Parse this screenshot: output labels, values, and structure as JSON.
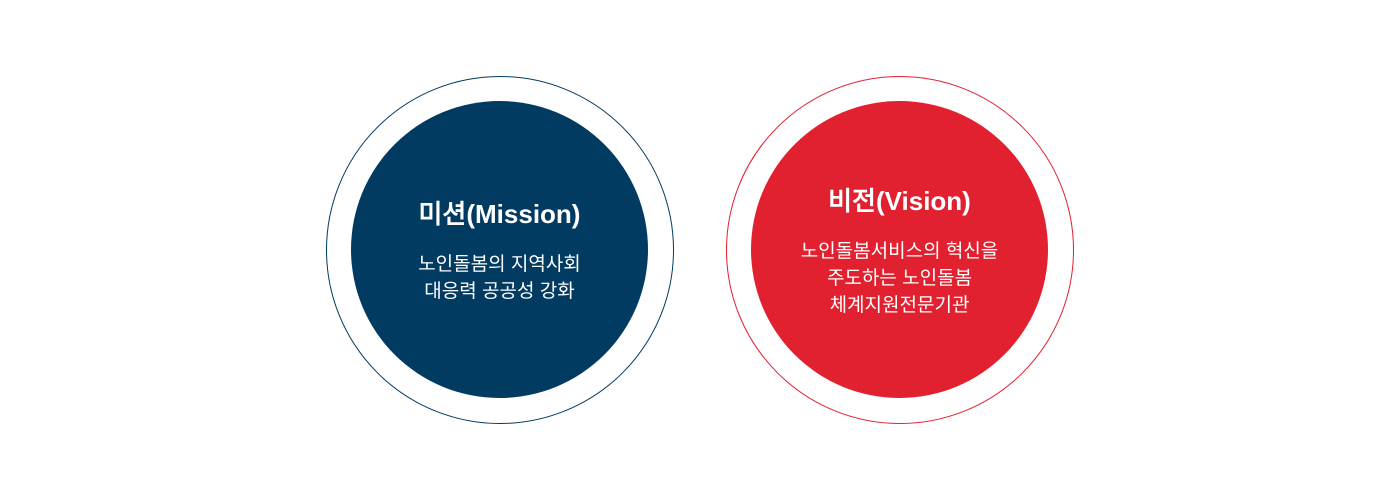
{
  "colors": {
    "mission": "#023b62",
    "vision": "#e1212f"
  },
  "mission": {
    "title": "미션(Mission)",
    "lines": [
      "노인돌봄의 지역사회",
      "대응력 공공성 강화"
    ]
  },
  "vision": {
    "title": "비전(Vision)",
    "lines": [
      "노인돌봄서비스의 혁신을",
      "주도하는 노인돌봄",
      "체계지원전문기관"
    ]
  }
}
